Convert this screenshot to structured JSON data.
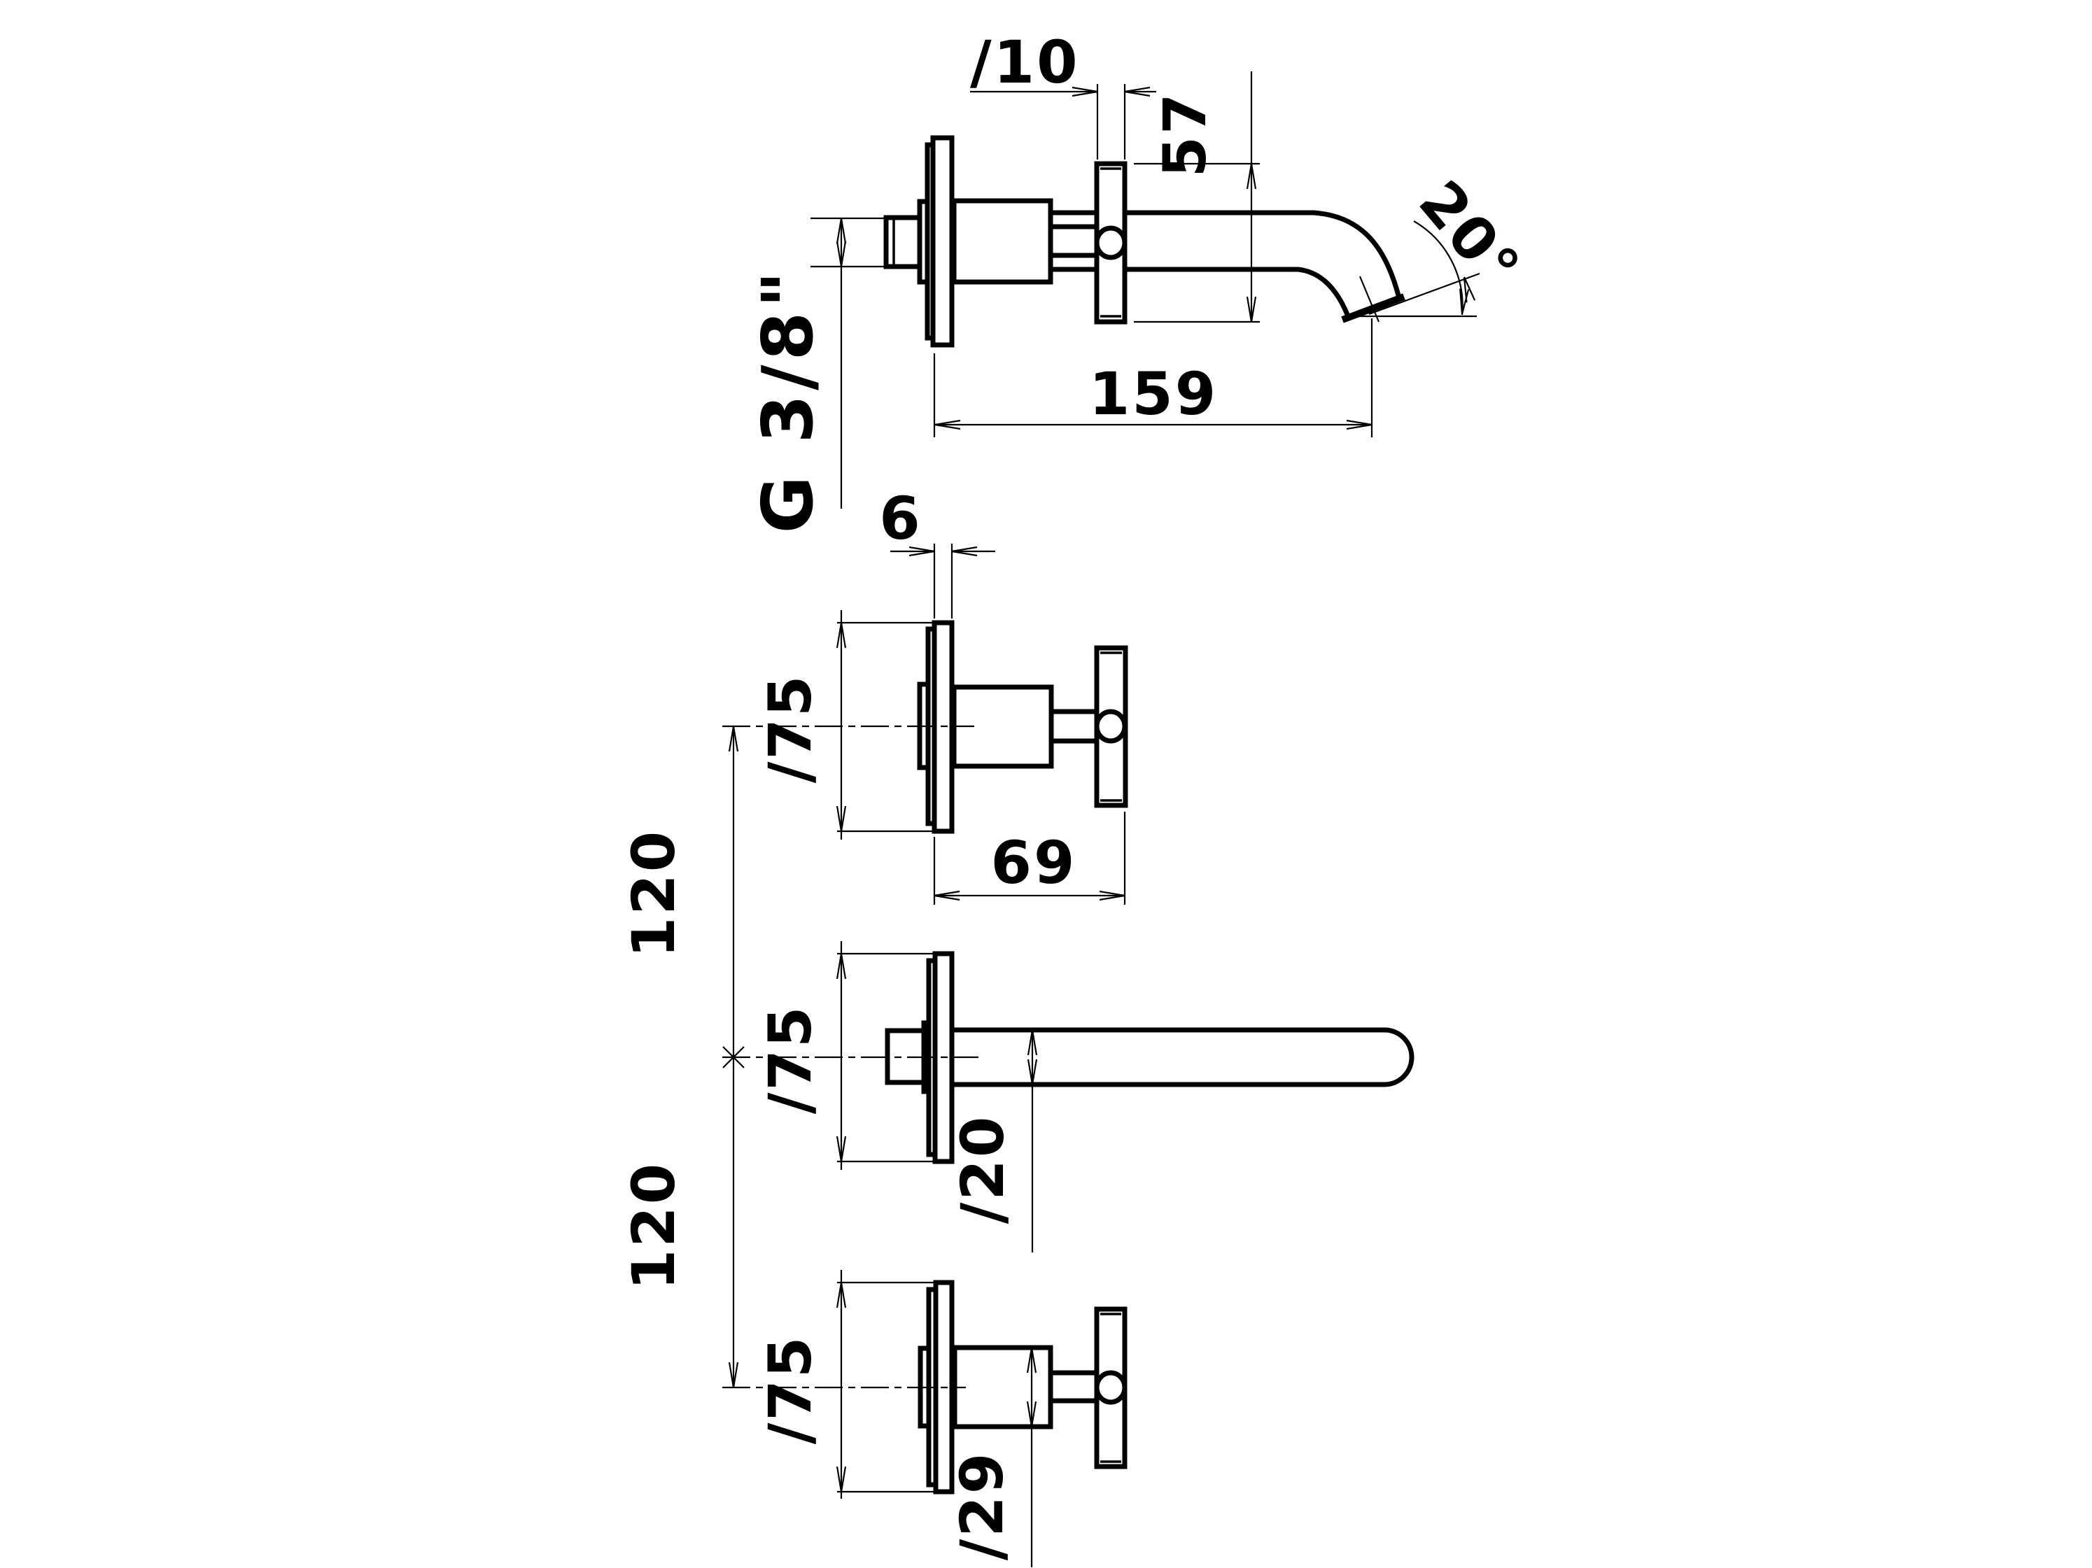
{
  "drawing": {
    "background_color": "#ffffff",
    "line_color": "#000000",
    "views": {
      "spout_with_handle_side": {
        "dimensions": {
          "handle_bar_diameter": "∕10",
          "handle_height": "57",
          "spout_outlet_angle": "20°",
          "spout_projection": "159",
          "inlet_thread": "G 3/8\""
        }
      },
      "upper_valve_handle": {
        "dimensions": {
          "escutcheon_thickness": "6",
          "escutcheon_diameter": "∕75",
          "projection_from_wall": "69"
        }
      },
      "spout_plan": {
        "dimensions": {
          "escutcheon_diameter": "∕75",
          "spout_tube_diameter": "∕20"
        }
      },
      "lower_valve_handle": {
        "dimensions": {
          "escutcheon_diameter": "∕75",
          "body_diameter": "∕29"
        }
      },
      "vertical_spacing": {
        "upper": "120",
        "lower": "120"
      }
    }
  }
}
